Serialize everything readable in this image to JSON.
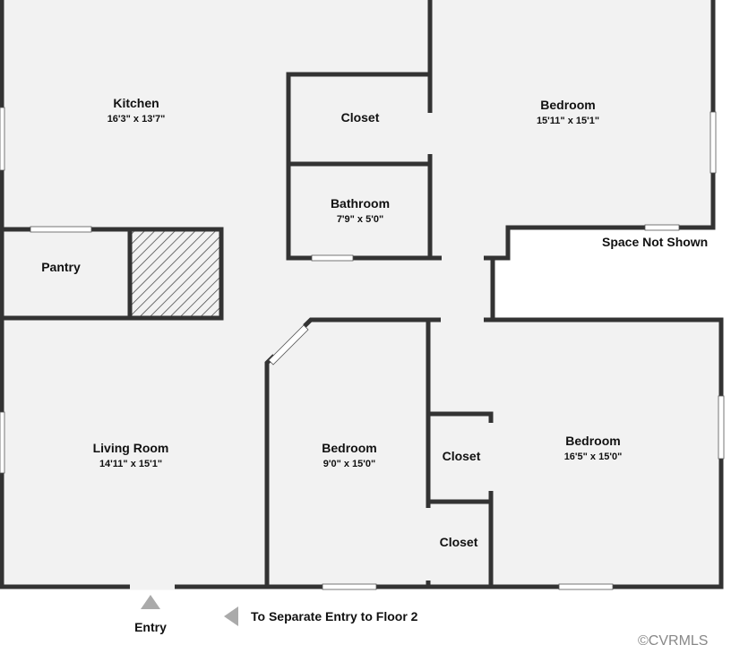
{
  "rooms": {
    "kitchen": {
      "name": "Kitchen",
      "dims": "16'3\" x 13'7\""
    },
    "closet_top": {
      "name": "Closet"
    },
    "bedroom_top": {
      "name": "Bedroom",
      "dims": "15'11\" x 15'1\""
    },
    "bathroom": {
      "name": "Bathroom",
      "dims": "7'9\" x 5'0\""
    },
    "pantry": {
      "name": "Pantry"
    },
    "living_room": {
      "name": "Living Room",
      "dims": "14'11\" x 15'1\""
    },
    "bedroom_mid": {
      "name": "Bedroom",
      "dims": "9'0\" x 15'0\""
    },
    "closet_mid": {
      "name": "Closet"
    },
    "closet_bottom": {
      "name": "Closet"
    },
    "bedroom_right": {
      "name": "Bedroom",
      "dims": "16'5\" x 15'0\""
    }
  },
  "notes": {
    "space_not_shown": "Space Not Shown",
    "entry": "Entry",
    "separate_entry": "To Separate Entry to Floor 2"
  },
  "icons": {
    "entry_arrow": "triangle-up-icon",
    "separate_entry_arrow": "triangle-left-icon"
  },
  "colors": {
    "wall": "#333333",
    "floor": "#f2f2f2",
    "arrow": "#aaaaaa"
  },
  "watermark": "©CVRMLS"
}
